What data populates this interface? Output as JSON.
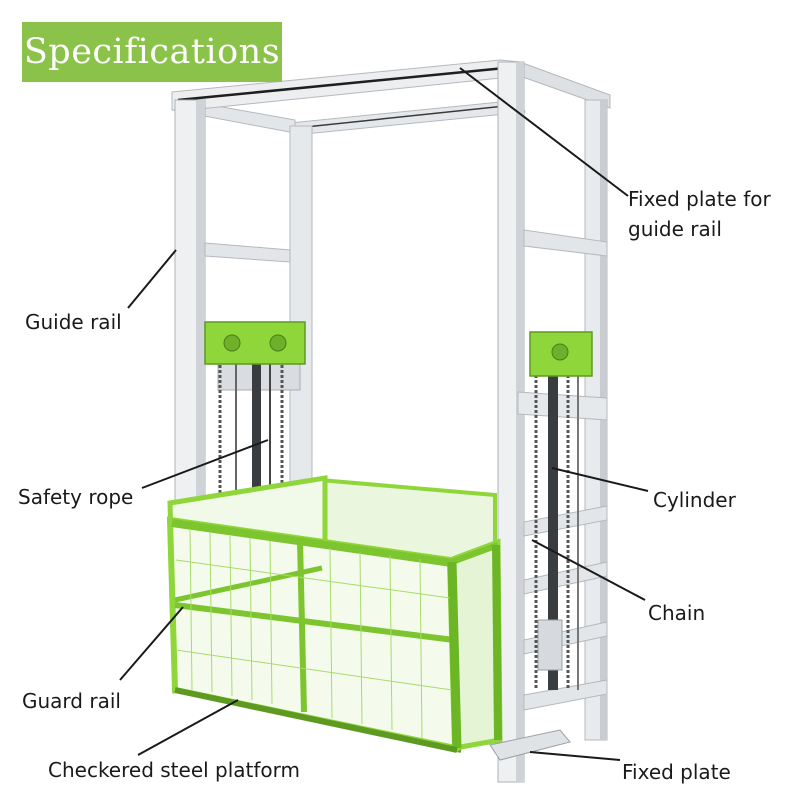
{
  "banner": {
    "title": "Specifications",
    "color": "#8bc34a"
  },
  "labels": {
    "fixed_plate_guide_rail_line1": "Fixed plate for",
    "fixed_plate_guide_rail_line2": "guide rail",
    "guide_rail": "Guide rail",
    "safety_rope": "Safety rope",
    "cylinder": "Cylinder",
    "chain": "Chain",
    "guard_rail": "Guard rail",
    "checkered_steel_platform": "Checkered steel platform",
    "fixed_plate": "Fixed plate"
  },
  "colors": {
    "frame": "#e2e5e8",
    "frame_shade": "#b7bcc1",
    "cage_green": "#8ed63a",
    "cage_dark": "#5e9a22",
    "leader_line": "#1a1a1a"
  }
}
